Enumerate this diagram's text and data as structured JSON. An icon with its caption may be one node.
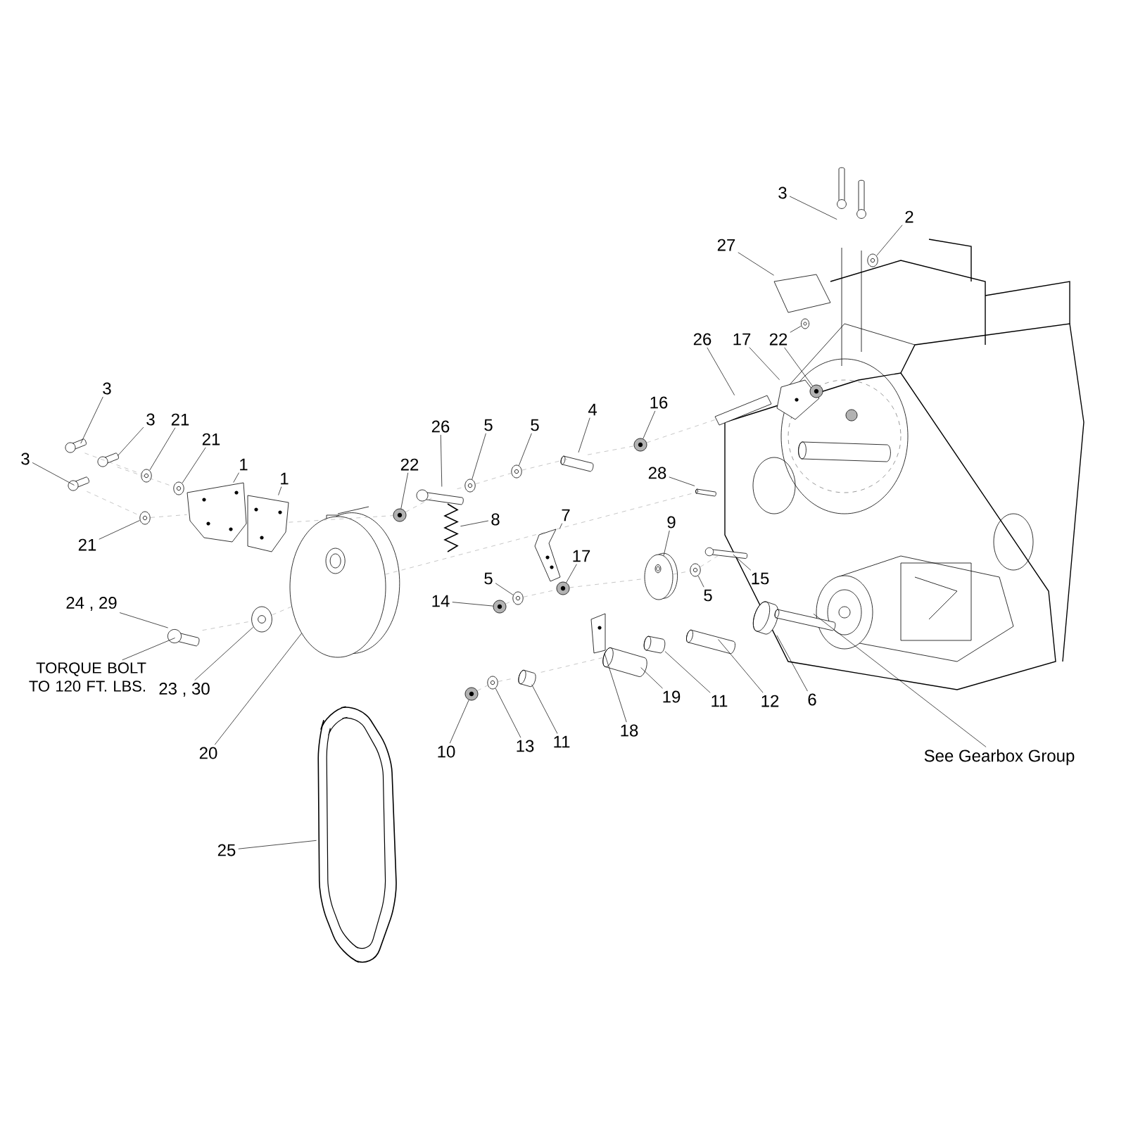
{
  "diagram": {
    "nodes": [
      {
        "text": [
          "3"
        ]
      },
      {
        "text": [
          "2"
        ]
      },
      {
        "text": [
          "27"
        ]
      },
      {
        "text": [
          "26"
        ]
      },
      {
        "text": [
          "17"
        ]
      },
      {
        "text": [
          "22"
        ]
      },
      {
        "text": [
          "3"
        ]
      },
      {
        "text": [
          "16"
        ]
      },
      {
        "text": [
          "4"
        ]
      },
      {
        "text": [
          "3"
        ]
      },
      {
        "text": [
          "21"
        ]
      },
      {
        "text": [
          "5"
        ]
      },
      {
        "text": [
          "5"
        ]
      },
      {
        "text": [
          "26"
        ]
      },
      {
        "text": [
          "21"
        ]
      },
      {
        "text": [
          "3"
        ]
      },
      {
        "text": [
          "22"
        ]
      },
      {
        "text": [
          "1"
        ]
      },
      {
        "text": [
          "28"
        ]
      },
      {
        "text": [
          "1"
        ]
      },
      {
        "text": [
          "7"
        ]
      },
      {
        "text": [
          "8"
        ]
      },
      {
        "text": [
          "9"
        ]
      },
      {
        "text": [
          "21"
        ]
      },
      {
        "text": [
          "17"
        ]
      },
      {
        "text": [
          "15"
        ]
      },
      {
        "text": [
          "5"
        ]
      },
      {
        "text": [
          "5"
        ]
      },
      {
        "text": [
          "24 , 29"
        ]
      },
      {
        "text": [
          "14"
        ]
      },
      {
        "text": [
          "23 , 30"
        ]
      },
      {
        "text": [
          "TORQUE BOLT TO 120 FT. LBS."
        ]
      },
      {
        "text": [
          "19"
        ]
      },
      {
        "text": [
          "11"
        ]
      },
      {
        "text": [
          "12"
        ]
      },
      {
        "text": [
          "6"
        ]
      },
      {
        "text": [
          "18"
        ]
      },
      {
        "text": [
          "11"
        ]
      },
      {
        "text": [
          "13"
        ]
      },
      {
        "text": [
          "10"
        ]
      },
      {
        "text": [
          "20"
        ]
      },
      {
        "text": [
          "See Gearbox Group"
        ]
      },
      {
        "text": [
          "25"
        ]
      },
      {
        "text": [],
        "shape": "bolt"
      },
      {
        "text": [],
        "shape": "bolt"
      },
      {
        "text": [],
        "shape": "bolt"
      },
      {
        "text": [],
        "shape": "washer"
      },
      {
        "text": [],
        "shape": "washer"
      },
      {
        "text": [],
        "shape": "washer"
      },
      {
        "text": [],
        "shape": "bolt"
      },
      {
        "text": [],
        "shape": "bracket"
      },
      {
        "text": [],
        "shape": "washer"
      },
      {
        "text": [],
        "shape": "bracket"
      },
      {
        "text": [],
        "shape": "pulley"
      },
      {
        "text": [],
        "shape": "belt"
      },
      {
        "text": [],
        "shape": "nut"
      },
      {
        "text": [],
        "shape": "bolt"
      },
      {
        "text": [],
        "shape": "spring"
      },
      {
        "text": [],
        "shape": "washer"
      },
      {
        "text": [],
        "shape": "nut"
      },
      {
        "text": [],
        "shape": "washer"
      },
      {
        "text": [],
        "shape": "nut"
      },
      {
        "text": [],
        "shape": "washer"
      },
      {
        "text": [],
        "shape": "washer"
      },
      {
        "text": [],
        "shape": "tube"
      },
      {
        "text": [],
        "shape": "bracket"
      },
      {
        "text": [],
        "shape": "nut"
      },
      {
        "text": [],
        "shape": "pin"
      },
      {
        "text": [],
        "shape": "plate"
      },
      {
        "text": [],
        "shape": "tube"
      },
      {
        "text": [],
        "shape": "nut"
      },
      {
        "text": [],
        "shape": "tube"
      },
      {
        "text": [],
        "shape": "pulley"
      },
      {
        "text": [],
        "shape": "washer"
      },
      {
        "text": [],
        "shape": "pin"
      },
      {
        "text": [],
        "shape": "bolt"
      },
      {
        "text": [],
        "shape": "tube"
      },
      {
        "text": [],
        "shape": "bar"
      },
      {
        "text": [],
        "shape": "tube"
      },
      {
        "text": [],
        "shape": "plate"
      },
      {
        "text": [],
        "shape": "bracket"
      },
      {
        "text": [],
        "shape": "washer"
      },
      {
        "text": [],
        "shape": "tube"
      },
      {
        "text": [],
        "shape": "nut"
      },
      {
        "text": [],
        "shape": "bolt"
      },
      {
        "text": [],
        "shape": "washer"
      }
    ],
    "edges": [
      {
        "from": 0,
        "to": 84,
        "arrow": "none"
      },
      {
        "from": 1,
        "to": 85,
        "arrow": "none"
      },
      {
        "from": 2,
        "to": 80,
        "arrow": "none"
      },
      {
        "from": 3,
        "to": 77,
        "arrow": "none"
      },
      {
        "from": 4,
        "to": 79,
        "arrow": "none"
      },
      {
        "from": 5,
        "to": 81,
        "arrow": "none"
      },
      {
        "from": 5,
        "to": 83,
        "arrow": "none"
      },
      {
        "from": 6,
        "to": 43,
        "arrow": "none"
      },
      {
        "from": 7,
        "to": 70,
        "arrow": "none"
      },
      {
        "from": 8,
        "to": 67,
        "arrow": "none"
      },
      {
        "from": 9,
        "to": 45,
        "arrow": "none"
      },
      {
        "from": 10,
        "to": 47,
        "arrow": "none"
      },
      {
        "from": 11,
        "to": 58,
        "arrow": "none"
      },
      {
        "from": 12,
        "to": 62,
        "arrow": "none"
      },
      {
        "from": 13,
        "to": 56,
        "arrow": "none"
      },
      {
        "from": 14,
        "to": 48,
        "arrow": "none"
      },
      {
        "from": 15,
        "to": 44,
        "arrow": "none"
      },
      {
        "from": 16,
        "to": 55,
        "arrow": "none"
      },
      {
        "from": 17,
        "to": 50,
        "arrow": "none"
      },
      {
        "from": 18,
        "to": 74,
        "arrow": "none"
      },
      {
        "from": 19,
        "to": 52,
        "arrow": "none"
      },
      {
        "from": 20,
        "to": 65,
        "arrow": "none"
      },
      {
        "from": 21,
        "to": 57,
        "arrow": "none"
      },
      {
        "from": 22,
        "to": 72,
        "arrow": "none"
      },
      {
        "from": 23,
        "to": 46,
        "arrow": "none"
      },
      {
        "from": 24,
        "to": 66,
        "arrow": "none"
      },
      {
        "from": 25,
        "to": 75,
        "arrow": "none"
      },
      {
        "from": 26,
        "to": 63,
        "arrow": "none"
      },
      {
        "from": 27,
        "to": 73,
        "arrow": "none"
      },
      {
        "from": 28,
        "to": 49,
        "arrow": "none"
      },
      {
        "from": 29,
        "to": 61,
        "arrow": "none"
      },
      {
        "from": 30,
        "to": 51,
        "arrow": "none"
      },
      {
        "from": 31,
        "to": 49,
        "arrow": "none"
      },
      {
        "from": 32,
        "to": 69,
        "arrow": "none"
      },
      {
        "from": 33,
        "to": 71,
        "arrow": "none"
      },
      {
        "from": 34,
        "to": 76,
        "arrow": "none"
      },
      {
        "from": 35,
        "to": 78,
        "arrow": "none"
      },
      {
        "from": 36,
        "to": 68,
        "arrow": "none"
      },
      {
        "from": 37,
        "to": 64,
        "arrow": "none"
      },
      {
        "from": 38,
        "to": 60,
        "arrow": "none"
      },
      {
        "from": 39,
        "to": 59,
        "arrow": "none"
      },
      {
        "from": 40,
        "to": 53,
        "arrow": "none"
      },
      {
        "from": 41,
        "to": 82,
        "arrow": "none"
      },
      {
        "from": 42,
        "to": 54,
        "arrow": "none"
      },
      {
        "from": 43,
        "to": 47,
        "arrow": "none",
        "style": "dashed",
        "color": "#a0a0a0"
      },
      {
        "from": 45,
        "to": 48,
        "arrow": "none",
        "style": "dashed",
        "color": "#a0a0a0"
      },
      {
        "from": 44,
        "to": 46,
        "arrow": "none",
        "style": "dashed",
        "color": "#a0a0a0"
      },
      {
        "from": 46,
        "to": 50,
        "arrow": "none",
        "style": "dashed",
        "color": "#a0a0a0"
      },
      {
        "from": 52,
        "to": 55,
        "arrow": "none",
        "style": "dashed",
        "color": "#a0a0a0"
      },
      {
        "from": 55,
        "to": 56,
        "arrow": "none",
        "style": "dashed",
        "color": "#a0a0a0"
      },
      {
        "from": 56,
        "to": 58,
        "arrow": "none",
        "style": "dashed",
        "color": "#a0a0a0"
      },
      {
        "from": 58,
        "to": 62,
        "arrow": "none",
        "style": "dashed",
        "color": "#a0a0a0"
      },
      {
        "from": 62,
        "to": 67,
        "arrow": "none",
        "style": "dashed",
        "color": "#a0a0a0"
      },
      {
        "from": 67,
        "to": 70,
        "arrow": "none",
        "style": "dashed",
        "color": "#a0a0a0"
      },
      {
        "from": 70,
        "to": 77,
        "arrow": "none",
        "style": "dashed",
        "color": "#a0a0a0"
      },
      {
        "from": 49,
        "to": 51,
        "arrow": "none",
        "style": "dashed",
        "color": "#a0a0a0"
      },
      {
        "from": 51,
        "to": 53,
        "arrow": "none",
        "style": "dashed",
        "color": "#a0a0a0"
      },
      {
        "from": 53,
        "to": 74,
        "arrow": "none",
        "style": "dashed",
        "color": "#a0a0a0"
      },
      {
        "from": 59,
        "to": 60,
        "arrow": "none",
        "style": "dashed",
        "color": "#a0a0a0"
      },
      {
        "from": 60,
        "to": 64,
        "arrow": "none",
        "style": "dashed",
        "color": "#a0a0a0"
      },
      {
        "from": 64,
        "to": 69,
        "arrow": "none",
        "style": "dashed",
        "color": "#a0a0a0"
      },
      {
        "from": 61,
        "to": 63,
        "arrow": "none",
        "style": "dashed",
        "color": "#a0a0a0"
      },
      {
        "from": 63,
        "to": 66,
        "arrow": "none",
        "style": "dashed",
        "color": "#a0a0a0"
      },
      {
        "from": 66,
        "to": 72,
        "arrow": "none",
        "style": "dashed",
        "color": "#a0a0a0"
      },
      {
        "from": 72,
        "to": 73,
        "arrow": "none",
        "style": "dashed",
        "color": "#a0a0a0"
      },
      {
        "from": 73,
        "to": 75,
        "arrow": "none",
        "style": "dashed",
        "color": "#a0a0a0"
      }
    ]
  }
}
